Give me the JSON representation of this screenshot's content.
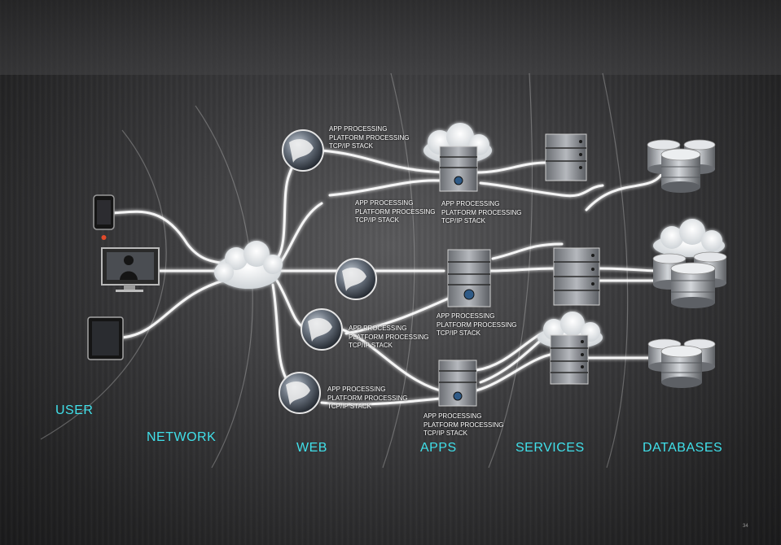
{
  "tiers": {
    "user": "USER",
    "network": "NETWORK",
    "web": "WEB",
    "apps": "APPS",
    "services": "SERVICES",
    "databases": "DATABASES"
  },
  "processing_label": {
    "line1": "APP PROCESSING",
    "line2": "PLATFORM PROCESSING",
    "line3": "TCP/IP STACK"
  },
  "page_number": "34",
  "colors": {
    "tier_label": "#40e0ea",
    "connector": "#ffffff",
    "background": "#3a3a3c"
  },
  "icons": [
    "smartphone-icon",
    "desktop-monitor-icon",
    "tablet-icon",
    "cloud-icon",
    "globe-icon",
    "server-icon",
    "database-icon"
  ]
}
